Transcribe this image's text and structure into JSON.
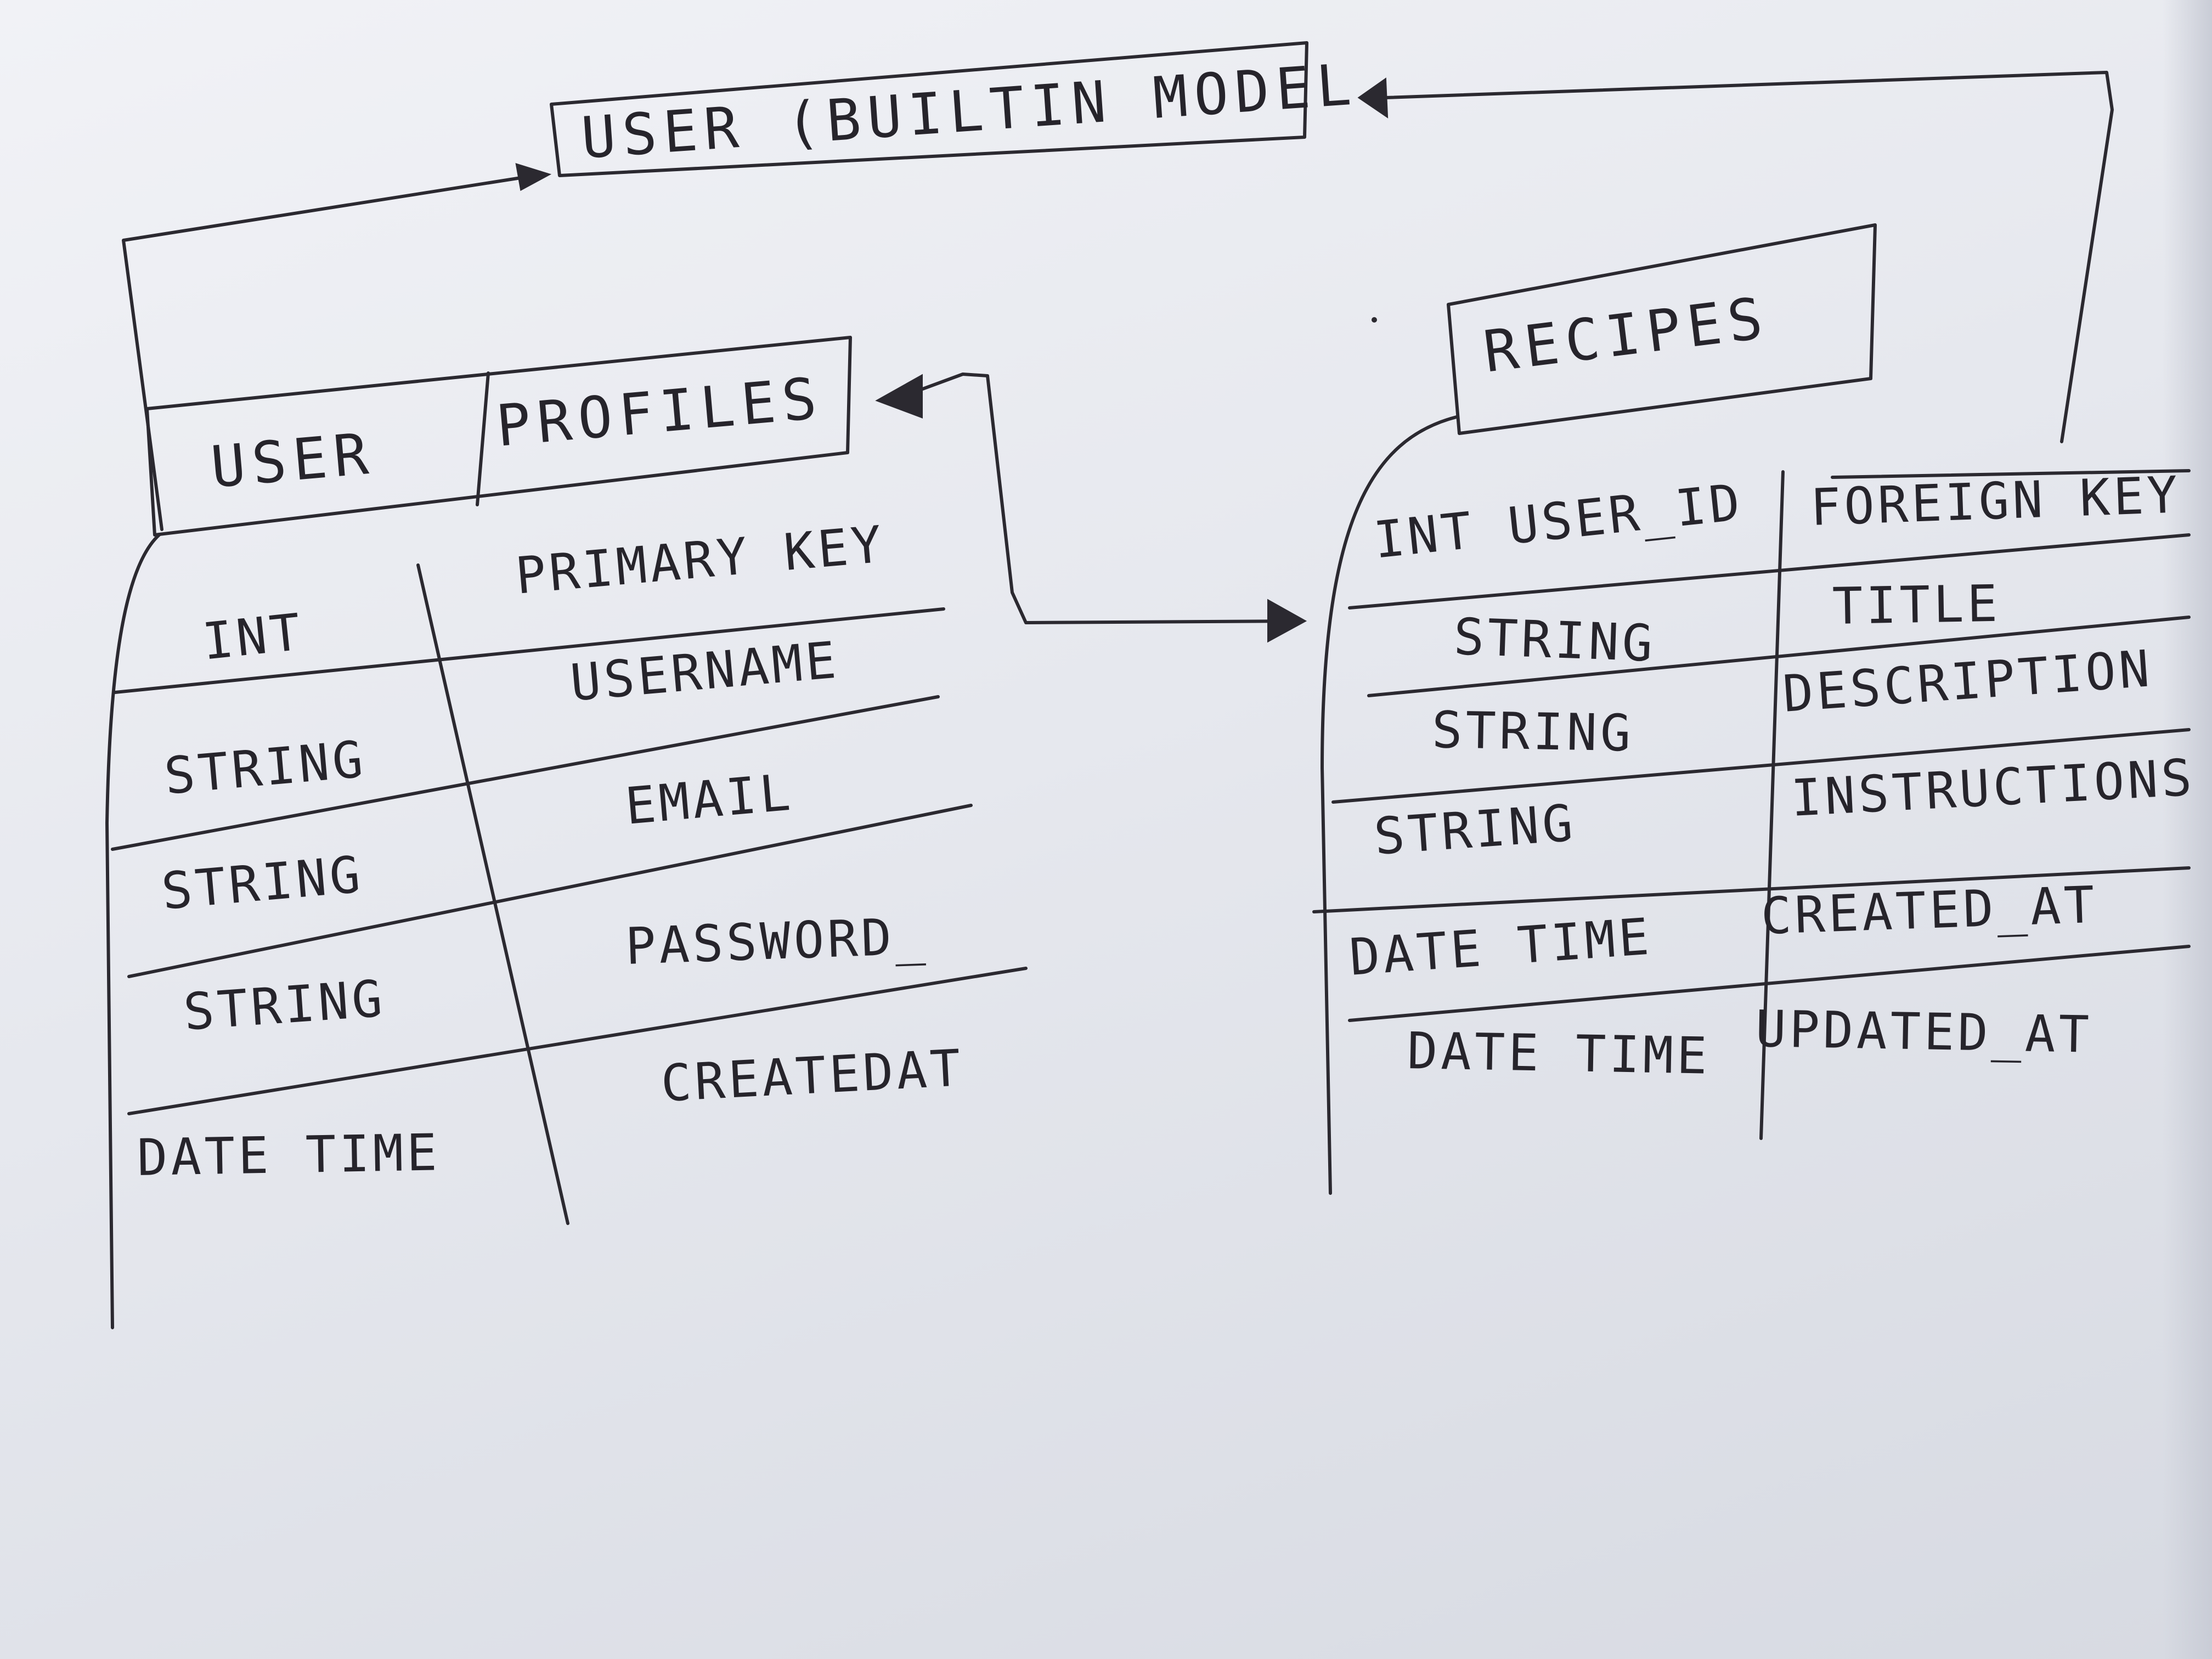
{
  "diagram": {
    "builtin_model": {
      "label": "USER (BUILTIN MODEL"
    },
    "profiles_table": {
      "title_left": "USER",
      "title_right": "PROFILES",
      "rows": [
        {
          "type": "INT",
          "field": "PRIMARY KEY"
        },
        {
          "type": "STRING",
          "field": "USERNAME"
        },
        {
          "type": "STRING",
          "field": "EMAIL"
        },
        {
          "type": "STRING",
          "field": "PASSWORD_"
        },
        {
          "type": "DATE TIME",
          "field": "CREATEDAT"
        }
      ]
    },
    "recipes_table": {
      "title": "RECIPES",
      "rows": [
        {
          "type": "INT USER_ID",
          "field": "FOREIGN KEY"
        },
        {
          "type": "STRING",
          "field": "TITLE"
        },
        {
          "type": "STRING",
          "field": "DESCRIPTION"
        },
        {
          "type": "STRING",
          "field": "INSTRUCTIONS"
        },
        {
          "type": "DATE TIME",
          "field": "CREATED_AT"
        },
        {
          "type": "DATE TIME",
          "field": "UPDATED_AT"
        }
      ]
    },
    "ink_color": "#2b2930",
    "paper_color": "#e6e8ee"
  }
}
